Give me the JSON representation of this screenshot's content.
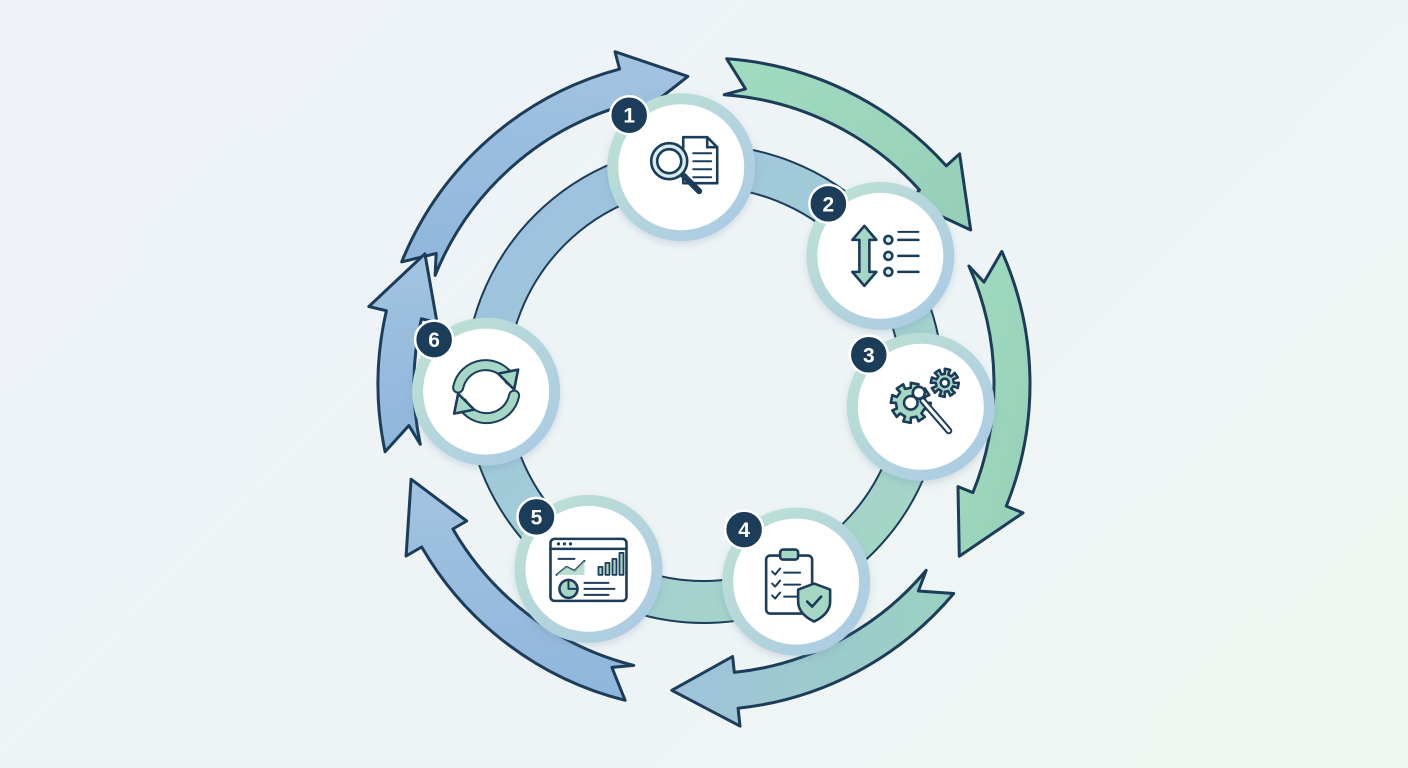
{
  "diagram": {
    "steps": [
      {
        "number": "1",
        "icon": "magnifier-document-icon"
      },
      {
        "number": "2",
        "icon": "sort-priority-list-icon"
      },
      {
        "number": "3",
        "icon": "gears-wrench-icon"
      },
      {
        "number": "4",
        "icon": "clipboard-shield-icon"
      },
      {
        "number": "5",
        "icon": "dashboard-analytics-icon"
      },
      {
        "number": "6",
        "icon": "refresh-cycle-icon"
      }
    ],
    "colors": {
      "outline": "#1c3d5a",
      "blue": "#9cbedd",
      "teal": "#a6d6c4",
      "green": "#a9dcba",
      "badge": "#1c3d5a",
      "node_fill": "#ffffff"
    }
  }
}
